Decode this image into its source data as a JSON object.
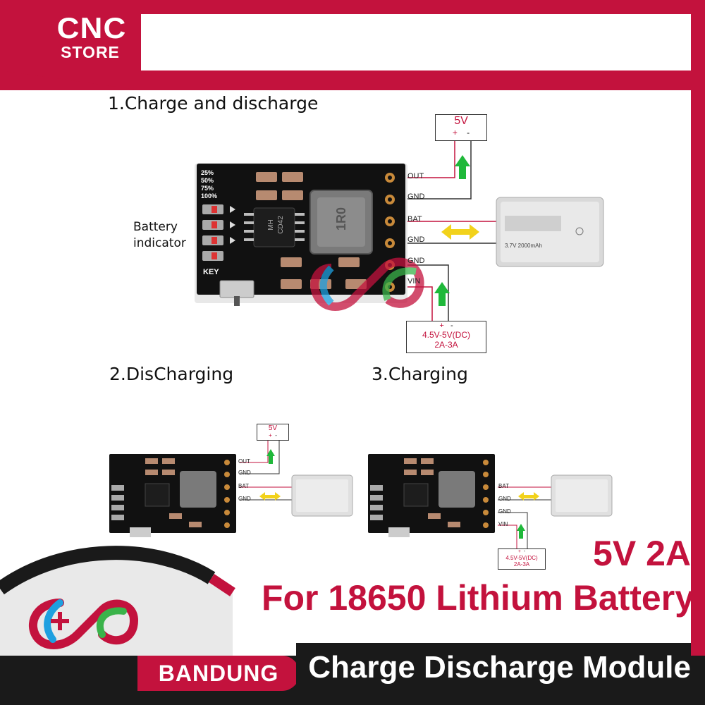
{
  "logo": {
    "line1": "CNC",
    "line2": "STORE"
  },
  "section1": {
    "title": "1.Charge and discharge",
    "output_box": {
      "voltage": "5V",
      "plus": "+",
      "minus": "-"
    },
    "pins": [
      "OUT",
      "GND",
      "BAT",
      "GND",
      "GND",
      "VIN"
    ],
    "input_box": {
      "plus": "+",
      "minus": "-",
      "voltage": "4.5V-5V(DC)",
      "current": "2A-3A"
    },
    "battery_indicator": {
      "line1": "Battery",
      "line2": "indicator"
    },
    "board": {
      "levels": [
        "25%",
        "50%",
        "75%",
        "100%"
      ],
      "chip_line1": "MH",
      "chip_line2": "CD42",
      "key_label": "KEY",
      "inductor_label": "1R0"
    },
    "battery": {
      "text": "3.7V  2000mAh"
    }
  },
  "section2": {
    "title": "2.DisCharging",
    "output_box": {
      "voltage": "5V",
      "plus": "+",
      "minus": "-"
    },
    "pins": [
      "OUT",
      "GND",
      "BAT",
      "GND"
    ]
  },
  "section3": {
    "title": "3.Charging",
    "pins": [
      "BAT",
      "GND",
      "GND",
      "VIN"
    ],
    "input_box": {
      "plus": "+",
      "minus": "-",
      "voltage": "4.5V-5V(DC)",
      "current": "2A-3A"
    }
  },
  "promo": {
    "spec": "5V 2A",
    "line1": "For 18650 Lithium Battery",
    "line2": "Charge Discharge Module",
    "city": "BANDUNG"
  },
  "colors": {
    "brand": "#c3123d",
    "arrow": "#1fb83a",
    "board": "#111111",
    "wire": "#c3123d"
  }
}
